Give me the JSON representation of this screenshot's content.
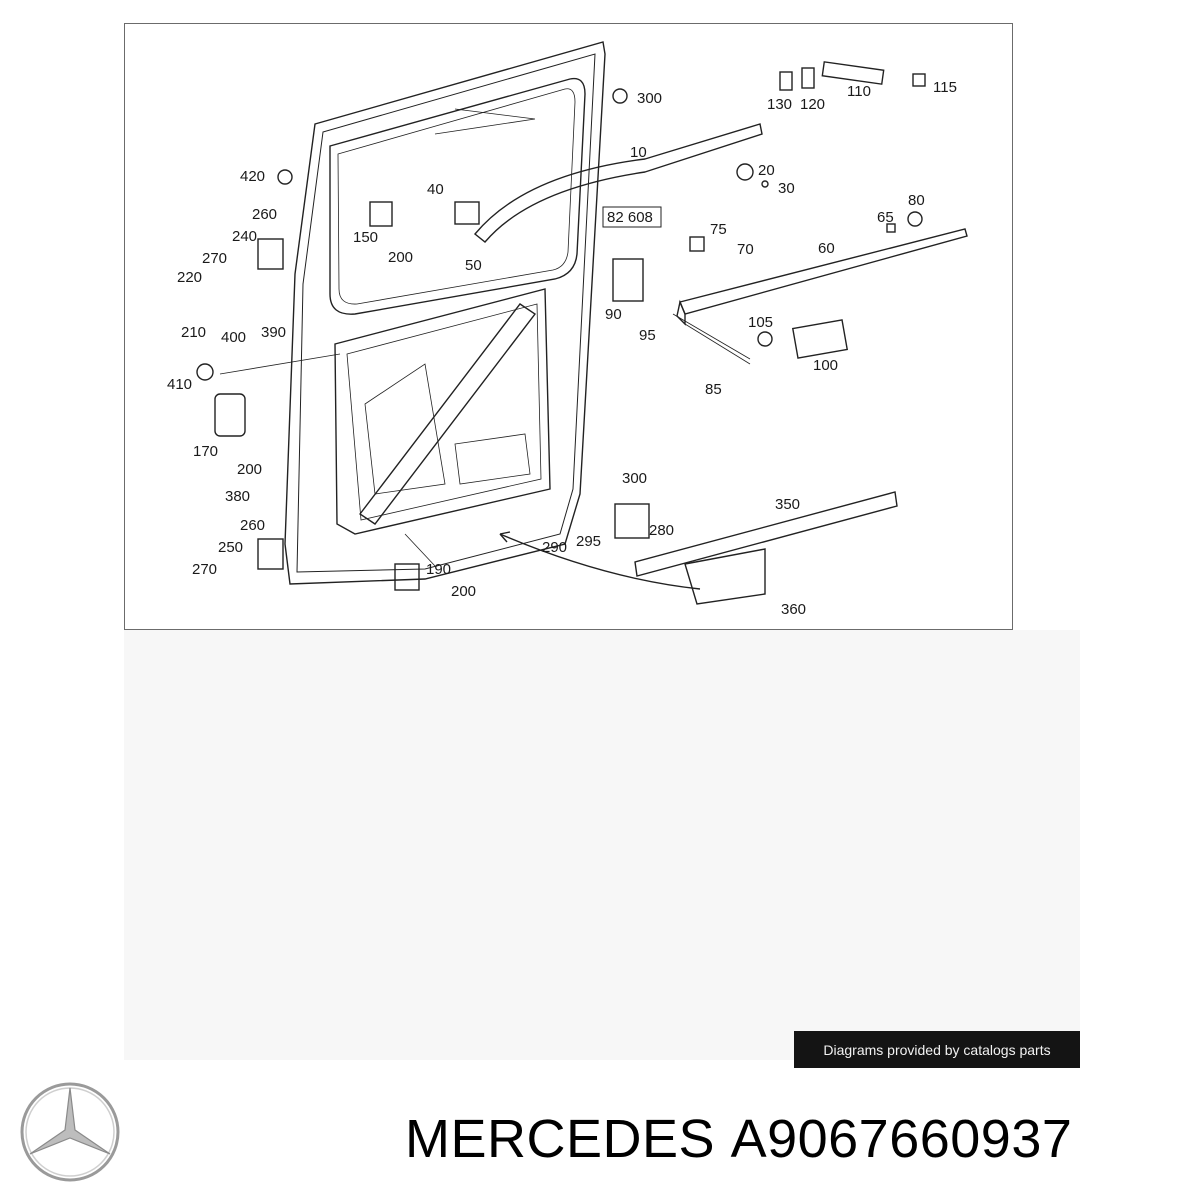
{
  "diagram": {
    "callouts": [
      "300",
      "130",
      "120",
      "110",
      "115",
      "10",
      "20",
      "30",
      "420",
      "40",
      "260",
      "150",
      "240",
      "200",
      "50",
      "82 608",
      "75",
      "70",
      "65",
      "80",
      "60",
      "270",
      "220",
      "90",
      "95",
      "105",
      "210",
      "400",
      "390",
      "100",
      "85",
      "410",
      "170",
      "200",
      "380",
      "300",
      "350",
      "260",
      "290",
      "295",
      "280",
      "250",
      "270",
      "190",
      "200",
      "360"
    ]
  },
  "watermark": {
    "text": "Diagrams provided by catalogs parts"
  },
  "footer": {
    "brand": "MERCEDES",
    "part_number": "A9067660937"
  },
  "icons": {
    "logo": "mercedes-star-icon"
  },
  "colors": {
    "frame": "#6b6b6b",
    "watermark_bg": "#141414",
    "line": "#222222"
  }
}
